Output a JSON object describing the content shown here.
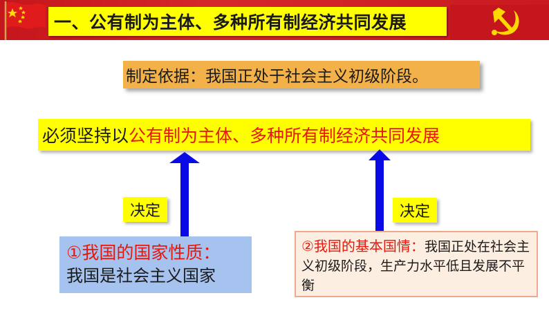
{
  "header": {
    "title": "一、公有制为主体、多种所有制经济共同发展"
  },
  "basis": {
    "text": "制定依据：我国正处于社会主义初级阶段。"
  },
  "principle": {
    "prefix": "必须坚持以",
    "highlight": "公有制为主体、多种所有制经济共同发展"
  },
  "decide_left": {
    "label": "决定"
  },
  "decide_right": {
    "label": "决定"
  },
  "nature": {
    "title": "①我国的国家性质：",
    "body": "我国是社会主义国家"
  },
  "conditions": {
    "label": "②我国的基本国情：",
    "body": "我国正处在社会主义初级阶段，生产力水平低且发展不平衡"
  },
  "colors": {
    "header_red": "#c4161c",
    "title_yellow": "#ffff00",
    "basis_orange": "#f3b14a",
    "arrow_blue": "#0a0ae6",
    "highlight_red": "#e8170c",
    "nature_blue": "#a6c2ee",
    "conditions_pink": "#fdeee2"
  },
  "icons": {
    "flag": "red-flag-icon",
    "emblem": "party-emblem-icon"
  }
}
